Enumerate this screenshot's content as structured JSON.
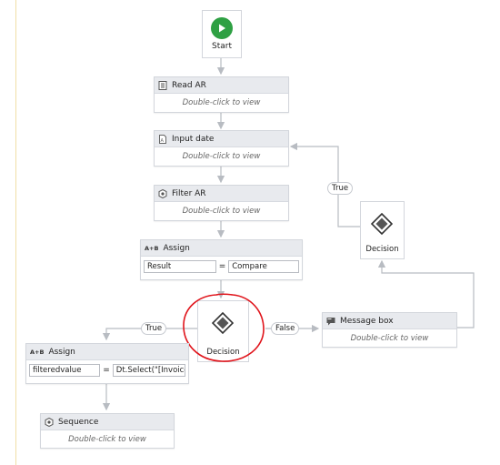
{
  "start": {
    "label": "Start"
  },
  "read_ar": {
    "title": "Read AR",
    "hint": "Double-click to view"
  },
  "input_date": {
    "title": "Input date",
    "hint": "Double-click to view"
  },
  "filter_ar": {
    "title": "Filter AR",
    "hint": "Double-click to view"
  },
  "assign_result": {
    "title": "Assign",
    "to": "Result",
    "eq": "=",
    "value": "Compare"
  },
  "decision_main": {
    "label": "Decision"
  },
  "decision_top": {
    "label": "Decision"
  },
  "message_box": {
    "title": "Message box",
    "hint": "Double-click to view"
  },
  "assign_filtered": {
    "title": "Assign",
    "to": "filteredvalue",
    "eq": "=",
    "value": "Dt.Select(\"[Invoice"
  },
  "sequence": {
    "title": "Sequence",
    "hint": "Double-click to view"
  },
  "labels": {
    "true_left": "True",
    "false_right": "False",
    "true_loop": "True",
    "assign_icon": "A+B"
  },
  "colors": {
    "start": "#2ea043",
    "highlight": "#e0141b",
    "connector": "#b8bcc2"
  }
}
